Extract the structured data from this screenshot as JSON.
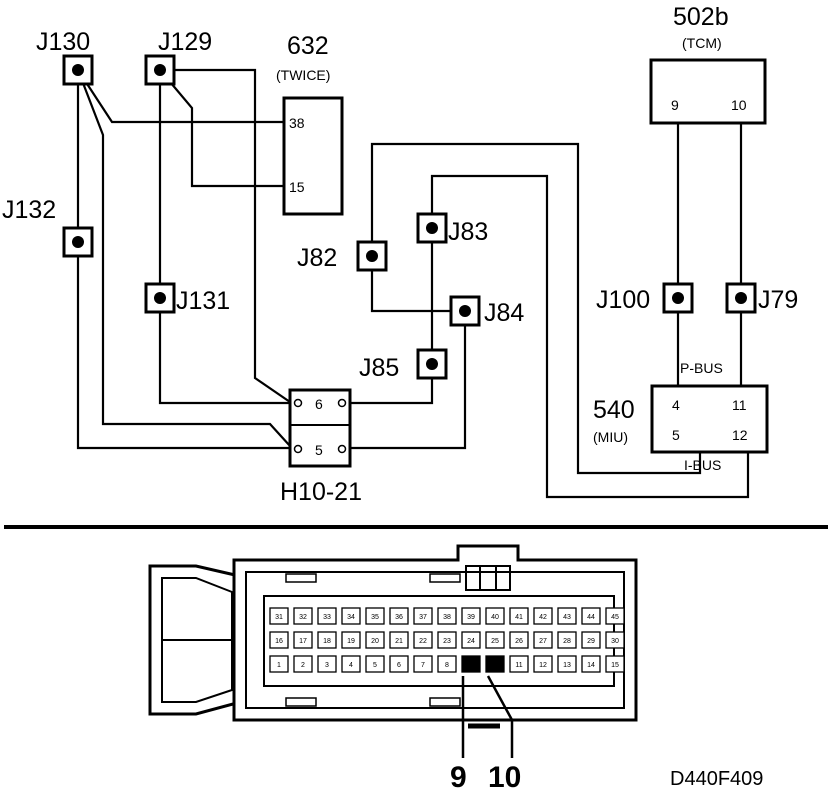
{
  "junctions": {
    "j130": "J130",
    "j129": "J129",
    "j132": "J132",
    "j131": "J131",
    "j82": "J82",
    "j83": "J83",
    "j84": "J84",
    "j85": "J85",
    "j100": "J100",
    "j79": "J79"
  },
  "components": {
    "c632": {
      "name": "632",
      "note": "(TWICE)",
      "pins": [
        "38",
        "15"
      ]
    },
    "c502b": {
      "name": "502b",
      "note": "(TCM)",
      "pins": [
        "9",
        "10"
      ]
    },
    "c540": {
      "name": "540",
      "note": "(MIU)",
      "pins": [
        "4",
        "11",
        "5",
        "12"
      ]
    },
    "h1021": {
      "name": "H10-21",
      "pins": [
        "6",
        "5"
      ]
    }
  },
  "bus_labels": {
    "p_bus": "P-BUS",
    "i_bus": "I-BUS"
  },
  "connector": {
    "rows": [
      [
        "31",
        "32",
        "33",
        "34",
        "35",
        "36",
        "37",
        "38",
        "39",
        "40",
        "41",
        "42",
        "43",
        "44",
        "45"
      ],
      [
        "16",
        "17",
        "18",
        "19",
        "20",
        "21",
        "22",
        "23",
        "24",
        "25",
        "26",
        "27",
        "28",
        "29",
        "30"
      ],
      [
        "1",
        "2",
        "3",
        "4",
        "5",
        "6",
        "7",
        "8",
        "9",
        "10",
        "11",
        "12",
        "13",
        "14",
        "15"
      ]
    ],
    "highlighted": [
      "9",
      "10"
    ],
    "callouts": [
      "9",
      "10"
    ]
  },
  "figure_id": "D440F409"
}
